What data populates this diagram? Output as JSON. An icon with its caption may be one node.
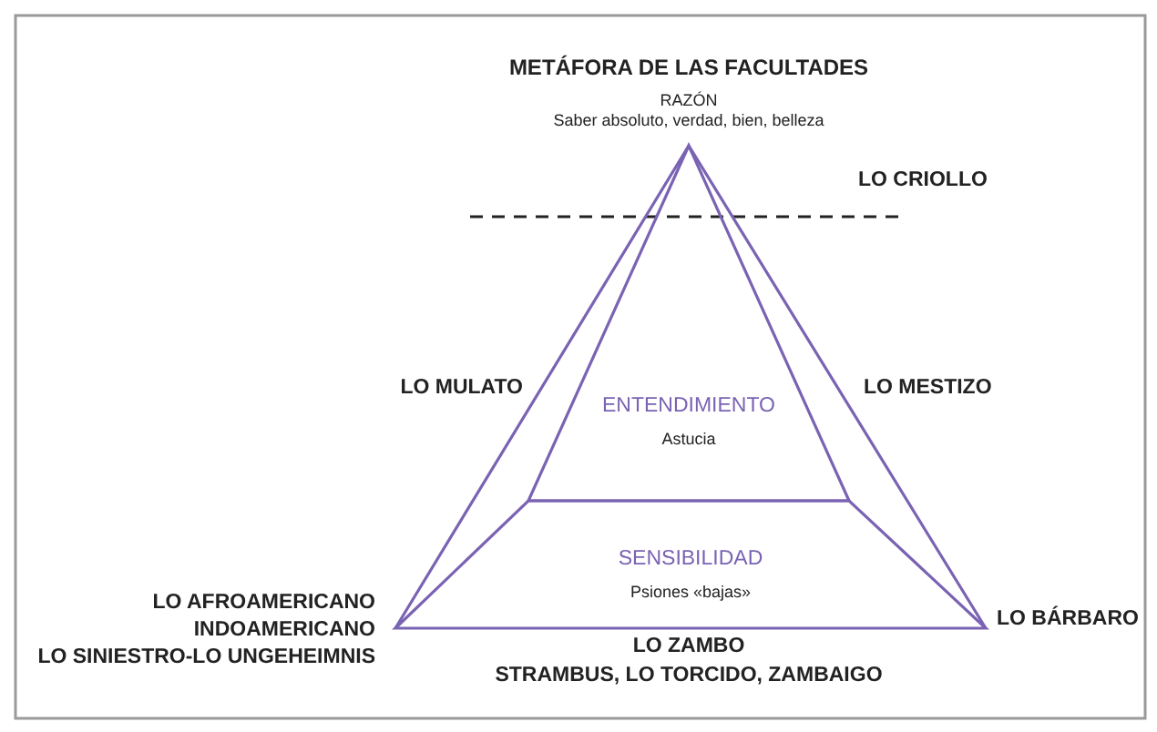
{
  "diagram": {
    "title": "METÁFORA DE LAS FACULTADES",
    "nodes": [
      {
        "text": [
          "ENTENDIMIENTO",
          "Astucia"
        ]
      },
      {
        "text": [
          "SENSIBILIDAD",
          "Psiones «bajas»"
        ]
      }
    ],
    "edges": [],
    "labels": [
      "RAZÓN",
      "Saber absoluto, verdad, bien, belleza",
      "LO CRIOLLO",
      "LO MULATO",
      "LO MESTIZO",
      "LO AFROAMERICANO",
      "INDOAMERICANO",
      "LO SINIESTRO-LO UNGEHEIMNIS",
      "LO BÁRBARO",
      "LO ZAMBO",
      "STRAMBUS, LO TORCIDO, ZAMBAIGO"
    ]
  }
}
